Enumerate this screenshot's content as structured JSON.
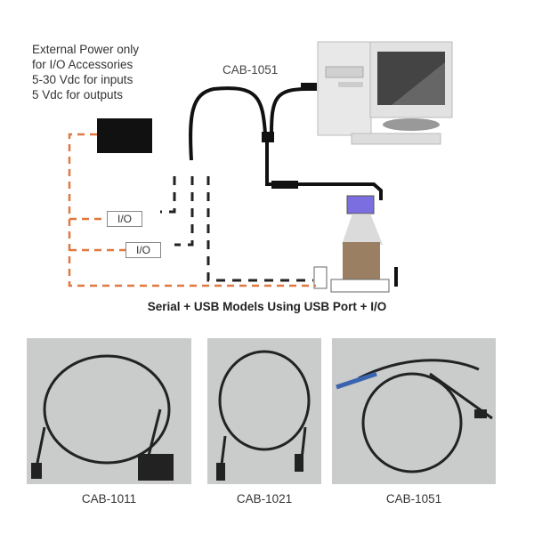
{
  "diagram": {
    "power_note": [
      "External Power only",
      "for I/O Accessories",
      "5-30 Vdc for inputs",
      "5 Vdc for outputs"
    ],
    "cable_label": "CAB-1051",
    "io_labels": [
      "I/O",
      "I/O"
    ],
    "title": "Serial + USB Models Using USB Port + I/O",
    "colors": {
      "power_line": "#e07840",
      "signal_line": "#222222",
      "scanner": "#7a6ee0",
      "printer": "#9a7f62"
    }
  },
  "photos": [
    {
      "caption": "CAB-1011"
    },
    {
      "caption": "CAB-1021"
    },
    {
      "caption": "CAB-1051"
    }
  ]
}
